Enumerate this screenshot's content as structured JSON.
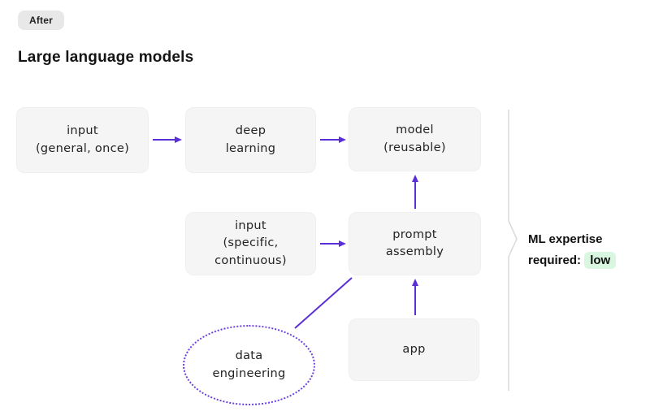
{
  "badge": {
    "label": "After"
  },
  "title": "Large language models",
  "diagram": {
    "nodes": [
      {
        "id": "input-general",
        "shape": "rounded-rect",
        "label": "input\n(general, once)"
      },
      {
        "id": "deep-learning",
        "shape": "rounded-rect",
        "label": "deep\nlearning"
      },
      {
        "id": "model",
        "shape": "rounded-rect",
        "label": "model\n(reusable)"
      },
      {
        "id": "input-specific",
        "shape": "rounded-rect",
        "label": "input\n(specific,\ncontinuous)"
      },
      {
        "id": "prompt-assembly",
        "shape": "rounded-rect",
        "label": "prompt\nassembly"
      },
      {
        "id": "data-engineering",
        "shape": "dotted-ellipse",
        "label": "data\nengineering"
      },
      {
        "id": "app",
        "shape": "rounded-rect",
        "label": "app"
      }
    ],
    "edges": [
      {
        "from": "input-general",
        "to": "deep-learning",
        "style": "arrow"
      },
      {
        "from": "deep-learning",
        "to": "model",
        "style": "arrow"
      },
      {
        "from": "input-specific",
        "to": "prompt-assembly",
        "style": "arrow"
      },
      {
        "from": "prompt-assembly",
        "to": "model",
        "style": "arrow"
      },
      {
        "from": "app",
        "to": "prompt-assembly",
        "style": "arrow"
      },
      {
        "from": "data-engineering",
        "to": "prompt-assembly",
        "style": "plain-line"
      }
    ]
  },
  "annotation": {
    "line1": "ML expertise",
    "line2_prefix": "required: ",
    "highlight": "low"
  },
  "colors": {
    "arrow": "#5b2fd6",
    "ellipse_border": "#6b3fe0",
    "node_fill": "#f5f5f6",
    "badge_fill": "#e8e8e9",
    "highlight_green": "#d9f7e0",
    "divider": "#d9d9d9",
    "text": "#1c1c1c"
  }
}
